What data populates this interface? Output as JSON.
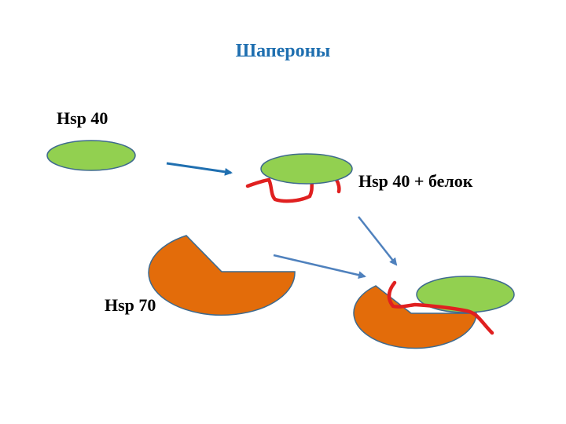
{
  "title": "Шапероны",
  "labels": {
    "hsp40": "Hsp 40",
    "complex": "Hsp 40 + белок",
    "hsp70": "Hsp 70"
  },
  "colors": {
    "title": "#1F6FB0",
    "hsp40_fill": "#92D050",
    "hsp40_stroke": "#3E6A8E",
    "hsp70_fill": "#E36C0A",
    "hsp70_stroke": "#3E6A8E",
    "protein": "#E02020",
    "arrow_dark": "#1F6FB0",
    "arrow_light": "#4F81BD"
  }
}
